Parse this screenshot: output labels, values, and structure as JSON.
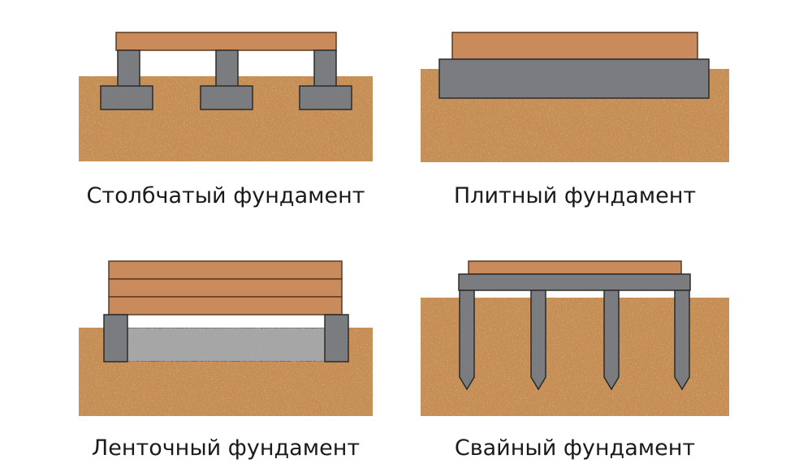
{
  "captions": {
    "columnar": "Столбчатый фундамент",
    "slab": "Плитный фундамент",
    "strip": "Ленточный фундамент",
    "pile": "Свайный фундамент"
  },
  "colors": {
    "soil": "#c98e52",
    "soil_dark": "#a86a32",
    "soil_light": "#e2b078",
    "concrete": "#7b7c80",
    "concrete_edge": "#2b2b2b",
    "wood": "#c98a5c",
    "wood_edge": "#5a3a24",
    "gravel": "#a9a9a9"
  }
}
